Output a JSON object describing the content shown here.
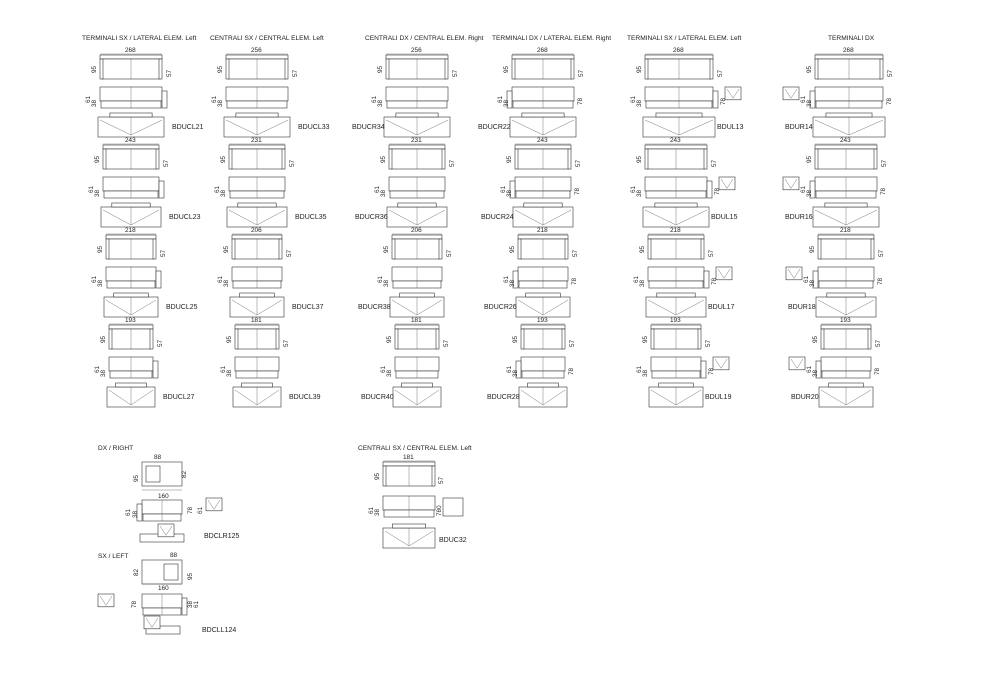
{
  "headers": [
    "TERMINALI SX / LATERAL ELEM. Left",
    "CENTRALI SX / CENTRAL ELEM. Left",
    "CENTRALI DX / CENTRAL ELEM. Right",
    "TERMINALI DX / LATERAL ELEM. Right",
    "TERMINALI SX / LATERAL ELEM. Left",
    "TERMINALI DX"
  ],
  "columns": [
    {
      "width_labels": [
        "268",
        "243",
        "218",
        "193"
      ],
      "codes": [
        "BDUCL21",
        "BDUCL23",
        "BDUCL25",
        "BDUCL27"
      ],
      "height_back": "95",
      "height_side": "57",
      "height_seat": "61",
      "height_cushion": "38"
    },
    {
      "width_labels": [
        "256",
        "231",
        "206",
        "181"
      ],
      "codes": [
        "BDUCL33",
        "BDUCL35",
        "BDUCL37",
        "BDUCL39"
      ],
      "height_back": "95",
      "height_side": "57",
      "height_seat": "61",
      "height_cushion": "38"
    },
    {
      "width_labels": [
        "256",
        "231",
        "206",
        "181"
      ],
      "codes": [
        "BDUCR34",
        "BDUCR36",
        "BDUCR38",
        "BDUCR40"
      ],
      "height_back": "95",
      "height_side": "57",
      "height_seat": "61",
      "height_cushion": "38"
    },
    {
      "width_labels": [
        "268",
        "243",
        "218",
        "193"
      ],
      "codes": [
        "BDUCR22",
        "BDUCR24",
        "BDUCR26",
        "BDUCR28"
      ],
      "height_back": "95",
      "height_side": "57",
      "height_seat": "61",
      "height_cushion": "38",
      "height_arm": "78"
    },
    {
      "width_labels": [
        "268",
        "243",
        "218",
        "193"
      ],
      "codes": [
        "BDUL13",
        "BDUL15",
        "BDUL17",
        "BDUL19"
      ],
      "height_back": "95",
      "height_side": "57",
      "height_seat": "61",
      "height_cushion": "38",
      "height_arm": "78"
    },
    {
      "width_labels": [
        "268",
        "243",
        "218",
        "193"
      ],
      "codes": [
        "BDUR14",
        "BDUR16",
        "BDUR18",
        "BDUR20"
      ],
      "height_back": "95",
      "height_side": "57",
      "height_seat": "61",
      "height_cushion": "38",
      "height_arm": "78"
    }
  ],
  "bottom": {
    "dx_title": "DX / RIGHT",
    "sx_title": "SX / LEFT",
    "central_title": "CENTRALI SX / CENTRAL ELEM. Left",
    "dx": {
      "top": "88",
      "depth": "82",
      "width": "160",
      "back": "95",
      "seat": "61",
      "cushion": "38",
      "arm": "78",
      "code": "BDCLR125"
    },
    "sx": {
      "top": "88",
      "depth": "82",
      "width": "160",
      "back": "95",
      "seat": "61",
      "cushion": "38",
      "arm": "78",
      "code": "BDCLL124"
    },
    "central": {
      "width": "181",
      "back": "95",
      "side": "57",
      "seat": "61",
      "cushion": "38",
      "arm": "780",
      "code": "BDUC32"
    }
  }
}
